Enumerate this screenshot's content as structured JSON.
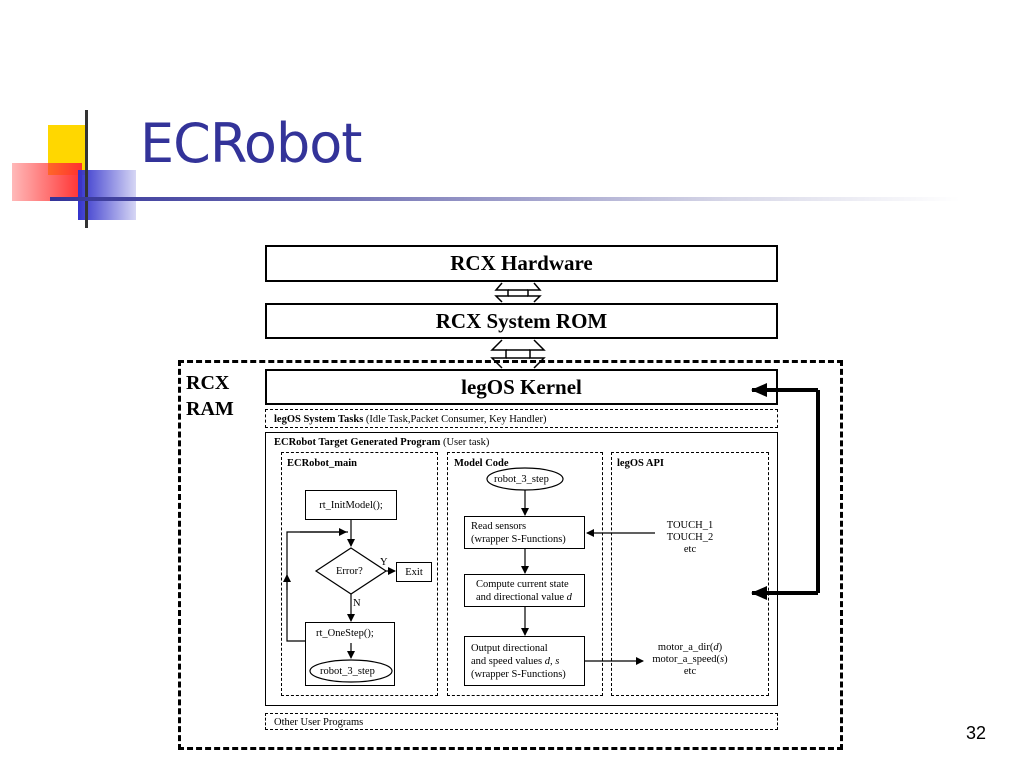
{
  "slide": {
    "title": "ECRobot",
    "page_number": "32"
  },
  "diagram": {
    "rcx_hardware": "RCX Hardware",
    "rcx_system_rom": "RCX System ROM",
    "ram_label_line1": "RCX",
    "ram_label_line2": "RAM",
    "legos_kernel": "legOS Kernel",
    "system_tasks": {
      "bold": "legOS System Tasks",
      "rest": " (Idle Task,Packet Consumer, Key Handler)"
    },
    "target_program": {
      "bold": "ECRobot Target Generated Program",
      "rest": " (User task)"
    },
    "ecrobot_main": {
      "title": "ECRobot_main",
      "init_model": "rt_InitModel();",
      "error_question": "Error?",
      "yes_label": "Y",
      "no_label": "N",
      "exit": "Exit",
      "one_step": "rt_OneStep();",
      "step_call": "robot_3_step"
    },
    "model_code": {
      "title": "Model Code",
      "step_function": "robot_3_step",
      "read_sensors_line1": "Read sensors",
      "read_sensors_line2": "(wrapper S-Functions)",
      "compute_line1": "Compute current state",
      "compute_line2_prefix": "and directional value ",
      "compute_line2_var": "d",
      "output_line1": "Output directional",
      "output_line2_prefix": "and speed values ",
      "output_line2_vars": "d, s",
      "output_line3": "(wrapper S-Functions)"
    },
    "legos_api": {
      "title": "legOS API",
      "sensor1": "TOUCH_1",
      "sensor2": "TOUCH_2",
      "sensor_etc": "etc",
      "motor_dir_prefix": "motor_a_dir(",
      "motor_dir_var": "d",
      "motor_dir_suffix": ")",
      "motor_speed_prefix": "motor_a_speed(",
      "motor_speed_var": "s",
      "motor_speed_suffix": ")",
      "motor_etc": "etc"
    },
    "other_user_programs": "Other User Programs"
  },
  "colors": {
    "title": "#333399",
    "deco_yellow": "#ffd700",
    "deco_red": "#ff3030",
    "deco_blue": "#3333cc"
  }
}
